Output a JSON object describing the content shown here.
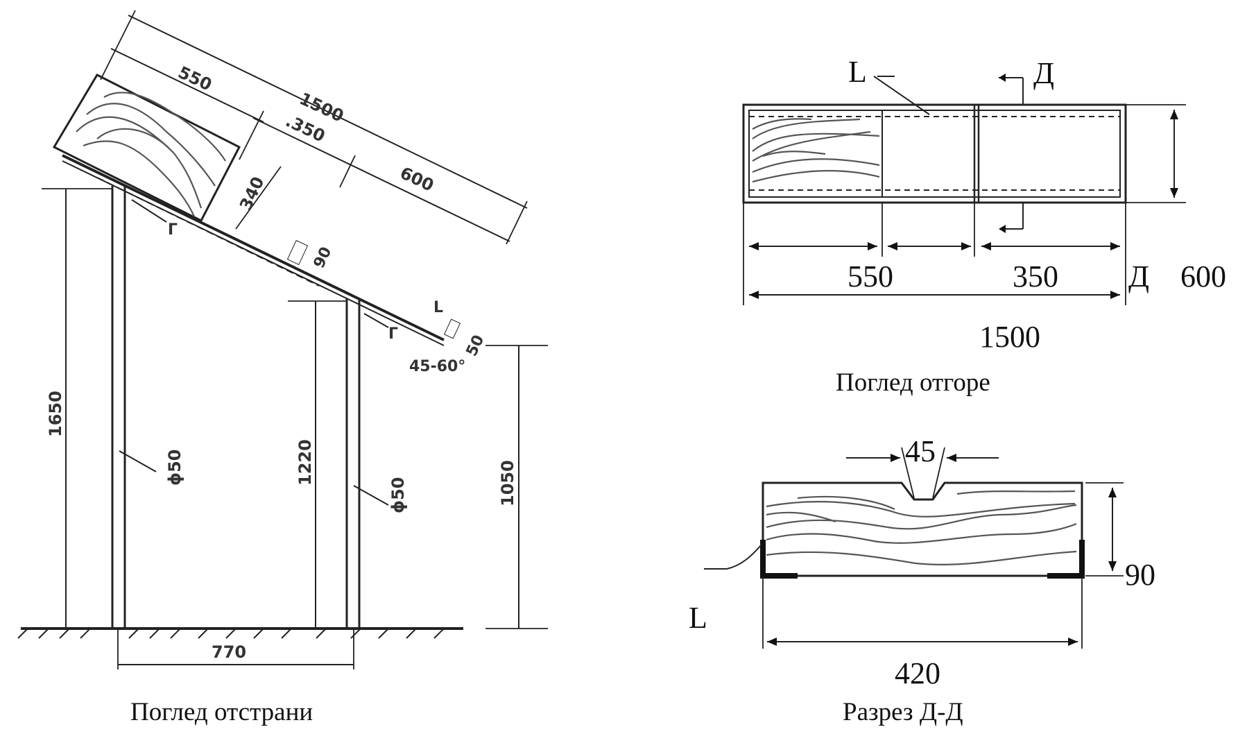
{
  "side_view": {
    "caption": "Поглед отстрани",
    "dims": {
      "d550": "550",
      "d1500": "1500",
      "d350": ".350",
      "d600": "600",
      "d340": "340",
      "d90": "90",
      "d50": "50",
      "angle": "45-60°",
      "d1650": "1650",
      "d1220": "1220",
      "d1050": "1050",
      "d770": "770",
      "pipe1": "ϕ50",
      "pipe2": "ϕ50"
    },
    "labels": {
      "g1": "Г",
      "g2": "Г",
      "l": "L"
    }
  },
  "top_view": {
    "caption": "Поглед отгоре",
    "labels": {
      "l": "L",
      "d_top": "Д",
      "d_right": "Д"
    },
    "dims": {
      "d550": "550",
      "d350": "350",
      "d600": "600",
      "d1500": "1500"
    }
  },
  "section": {
    "caption": "Разрез Д-Д",
    "labels": {
      "l": "L"
    },
    "dims": {
      "d45": "45",
      "d90": "90",
      "d420": "420"
    }
  }
}
